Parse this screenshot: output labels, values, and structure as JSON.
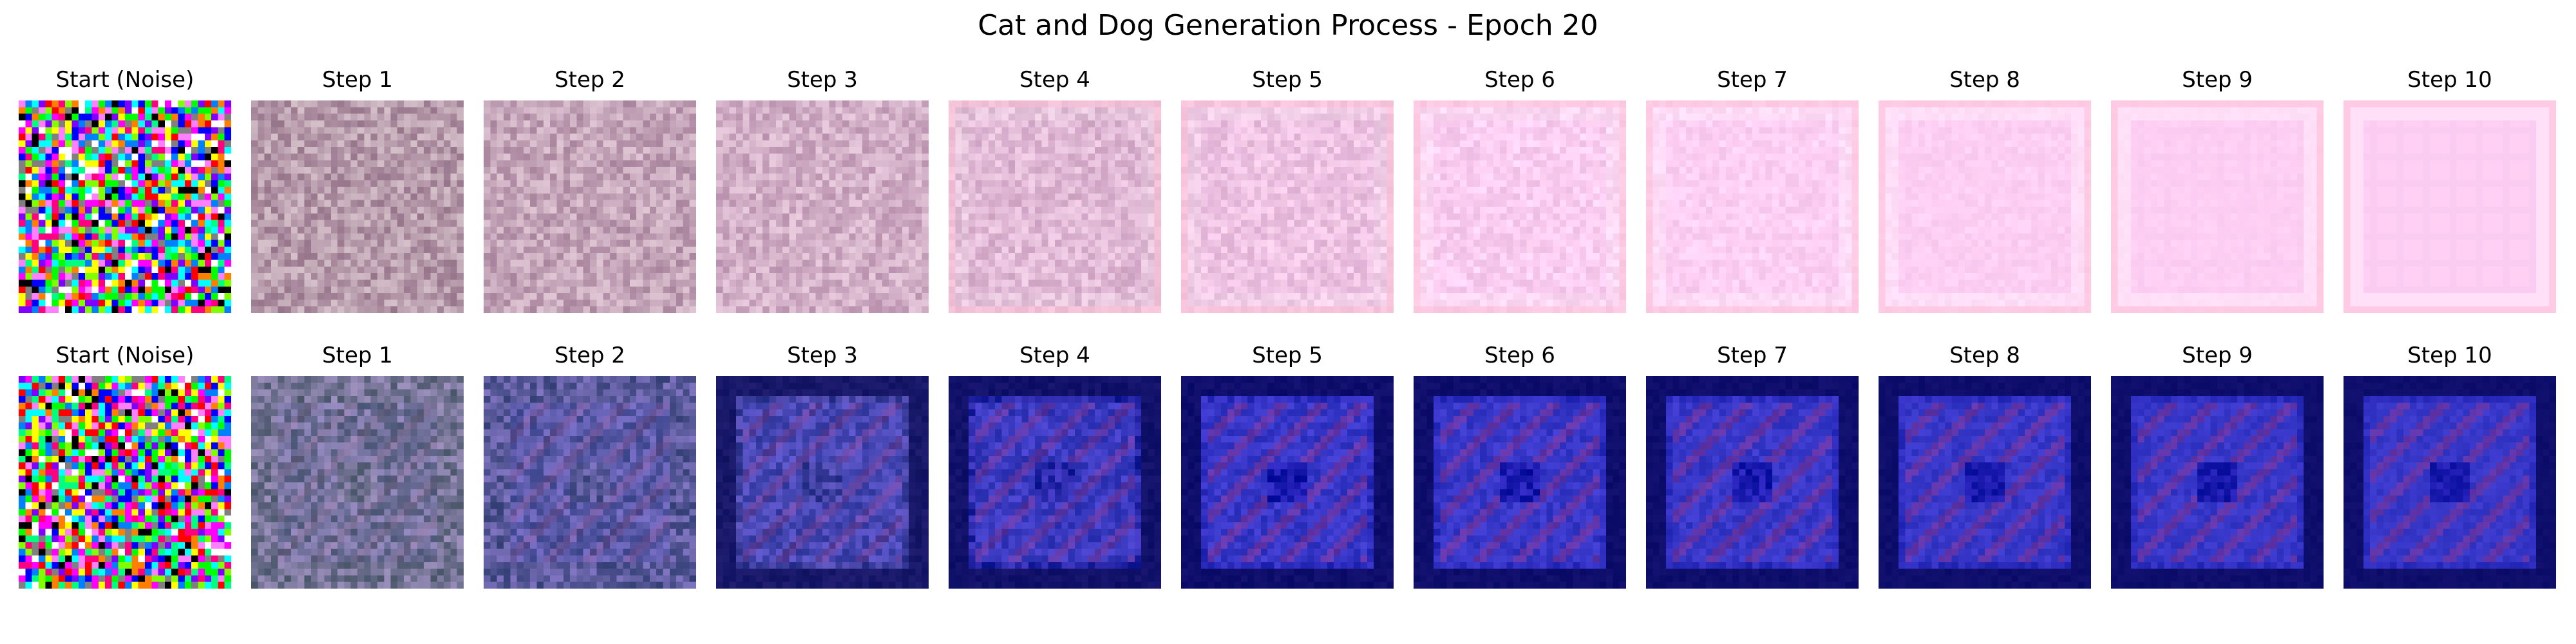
{
  "figure": {
    "title": "Cat and Dog Generation Process - Epoch 20"
  },
  "rows": [
    {
      "panels": [
        {
          "title": "Start (Noise)",
          "kind": "noise",
          "progress": 0.0
        },
        {
          "title": "Step 1",
          "kind": "pink",
          "progress": 0.1
        },
        {
          "title": "Step 2",
          "kind": "pink",
          "progress": 0.2
        },
        {
          "title": "Step 3",
          "kind": "pink",
          "progress": 0.3
        },
        {
          "title": "Step 4",
          "kind": "pink",
          "progress": 0.4
        },
        {
          "title": "Step 5",
          "kind": "pink",
          "progress": 0.5
        },
        {
          "title": "Step 6",
          "kind": "pink",
          "progress": 0.6
        },
        {
          "title": "Step 7",
          "kind": "pink",
          "progress": 0.7
        },
        {
          "title": "Step 8",
          "kind": "pink",
          "progress": 0.8
        },
        {
          "title": "Step 9",
          "kind": "pink",
          "progress": 0.9
        },
        {
          "title": "Step 10",
          "kind": "pink",
          "progress": 1.0
        }
      ]
    },
    {
      "panels": [
        {
          "title": "Start (Noise)",
          "kind": "noise",
          "progress": 0.0
        },
        {
          "title": "Step 1",
          "kind": "blue",
          "progress": 0.1
        },
        {
          "title": "Step 2",
          "kind": "blue",
          "progress": 0.2
        },
        {
          "title": "Step 3",
          "kind": "blue",
          "progress": 0.3
        },
        {
          "title": "Step 4",
          "kind": "blue",
          "progress": 0.4
        },
        {
          "title": "Step 5",
          "kind": "blue",
          "progress": 0.5
        },
        {
          "title": "Step 6",
          "kind": "blue",
          "progress": 0.6
        },
        {
          "title": "Step 7",
          "kind": "blue",
          "progress": 0.7
        },
        {
          "title": "Step 8",
          "kind": "blue",
          "progress": 0.8
        },
        {
          "title": "Step 9",
          "kind": "blue",
          "progress": 0.9
        },
        {
          "title": "Step 10",
          "kind": "blue",
          "progress": 1.0
        }
      ]
    }
  ],
  "palette": {
    "pink_light": "#FFD0F4",
    "pink_frame": "#FFC6D8",
    "pink_grey": "#A8909C",
    "blue_deep": "#1A1AAE",
    "blue_dark": "#0A0A55",
    "blue_mid": "#5A5AE8",
    "blue_violet": "#9A4AA6",
    "grey_start": "#8C8C8C"
  }
}
